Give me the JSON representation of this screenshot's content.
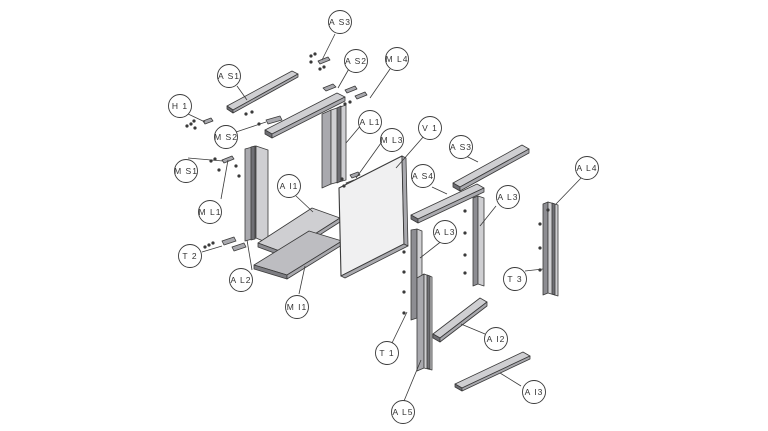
{
  "colors": {
    "panel_light": "#cfcfd2",
    "panel_mid": "#a9a9ae",
    "panel_dark": "#6f6f74",
    "outline": "#3a3a3a",
    "door_panel": "#f0f0f1"
  },
  "labels": {
    "as3_top": "A S3",
    "as2": "A S2",
    "ml4": "M L4",
    "as1": "A S1",
    "h1": "H 1",
    "ms2": "M S2",
    "al1": "A L1",
    "ml3": "M L3",
    "v1": "V 1",
    "as3_right": "A S3",
    "ms1": "M S1",
    "ai1": "A I1",
    "as4": "A S4",
    "al3_upper": "A L3",
    "al4": "A L4",
    "ml1": "M L1",
    "al3_lower": "A L3",
    "t2": "T 2",
    "al2": "A L2",
    "t3": "T 3",
    "mi1": "M I1",
    "ai2": "A I2",
    "t1": "T 1",
    "ai3": "A I3",
    "al5": "A L5"
  }
}
